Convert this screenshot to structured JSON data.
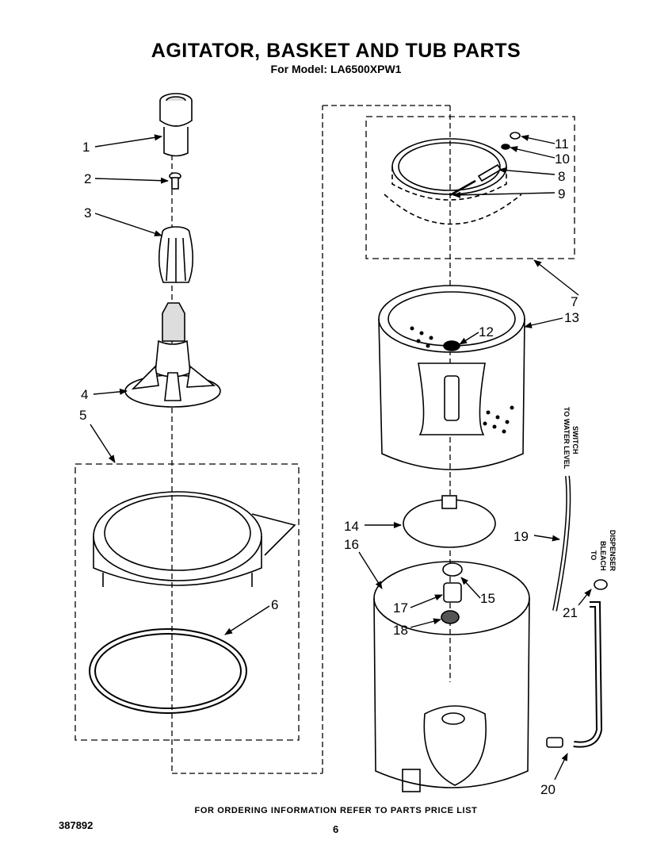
{
  "header": {
    "title": "AGITATOR, BASKET AND TUB PARTS",
    "subtitle": "For Model: LA6500XPW1"
  },
  "callouts": {
    "c1": "1",
    "c2": "2",
    "c3": "3",
    "c4": "4",
    "c5": "5",
    "c6": "6",
    "c7": "7",
    "c8": "8",
    "c9": "9",
    "c10": "10",
    "c11": "11",
    "c12": "12",
    "c13": "13",
    "c14": "14",
    "c15": "15",
    "c16": "16",
    "c17": "17",
    "c18": "18",
    "c19": "19",
    "c20": "20",
    "c21": "21"
  },
  "side_labels": {
    "water_level_1": "TO WATER LEVEL",
    "water_level_2": "SWITCH",
    "bleach_1": "TO",
    "bleach_2": "BLEACH",
    "bleach_3": "DISPENSER"
  },
  "footer": {
    "note": "FOR ORDERING INFORMATION REFER TO PARTS PRICE LIST",
    "doc_number": "387892",
    "page_number": "6"
  }
}
